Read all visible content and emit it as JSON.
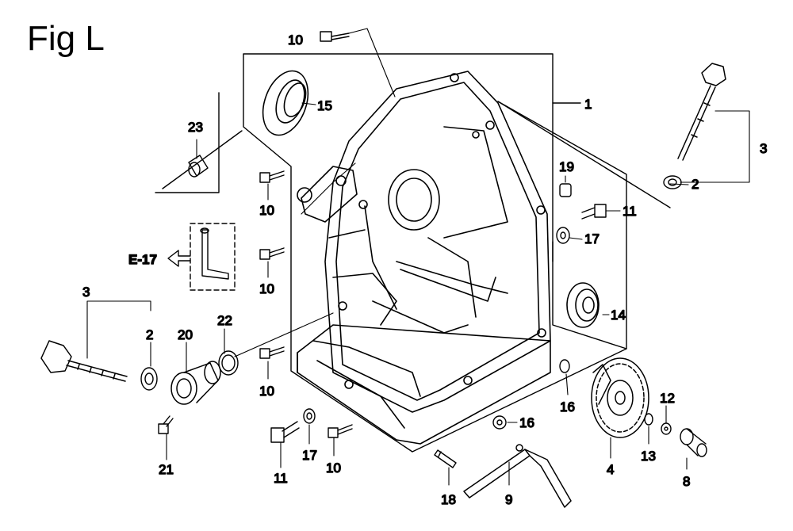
{
  "figure": {
    "title": "Fig L"
  },
  "reference": {
    "label": "E-17"
  },
  "callouts": {
    "c1": "1",
    "c2a": "2",
    "c2b": "2",
    "c3a": "3",
    "c3b": "3",
    "c4": "4",
    "c8": "8",
    "c9": "9",
    "c10a": "10",
    "c10b": "10",
    "c10c": "10",
    "c10d": "10",
    "c10e": "10",
    "c11a": "11",
    "c11b": "11",
    "c12": "12",
    "c13": "13",
    "c14": "14",
    "c15": "15",
    "c16a": "16",
    "c16b": "16",
    "c17a": "17",
    "c17b": "17",
    "c18": "18",
    "c19": "19",
    "c20": "20",
    "c21": "21",
    "c22": "22",
    "c23": "23"
  }
}
